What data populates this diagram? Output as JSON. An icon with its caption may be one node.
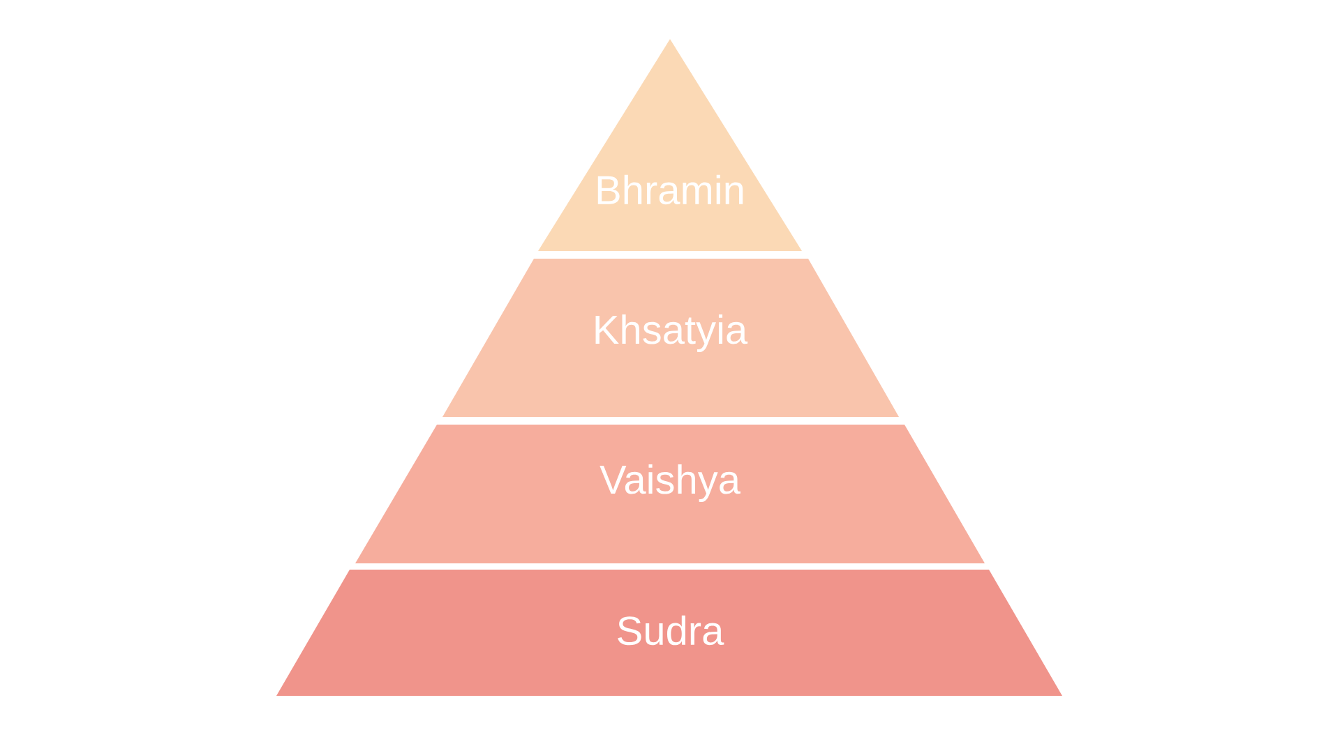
{
  "diagram": {
    "nodes": [
      {
        "text": [
          "Bhramin"
        ]
      },
      {
        "text": [
          "Khsatyia"
        ]
      },
      {
        "text": [
          "Vaishya"
        ]
      },
      {
        "text": [
          "Sudra"
        ]
      }
    ]
  }
}
